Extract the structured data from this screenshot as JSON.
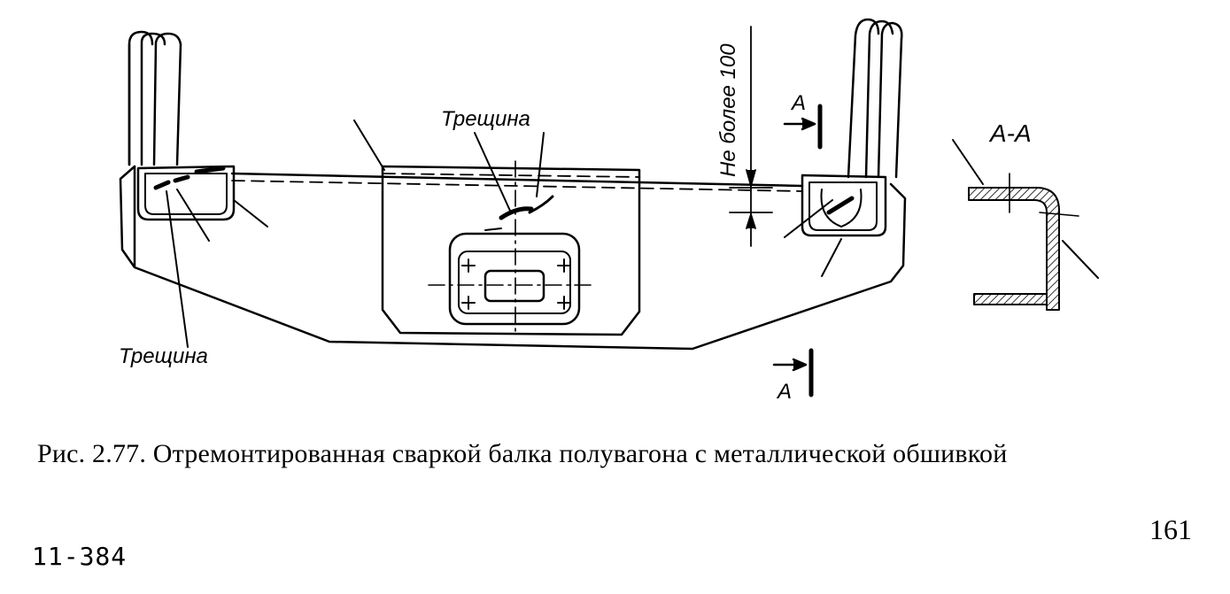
{
  "figure": {
    "labels": {
      "crack_top": "Трещина",
      "crack_bottom": "Трещина",
      "dimension": "Не более 100",
      "section_mark_top": "А",
      "section_mark_bottom": "А",
      "section_title": "А-А"
    }
  },
  "caption": "Рис. 2.77. Отремонтированная сваркой балка полувагона с металлической обшивкой",
  "page_number": "161",
  "print_code": "11-384"
}
